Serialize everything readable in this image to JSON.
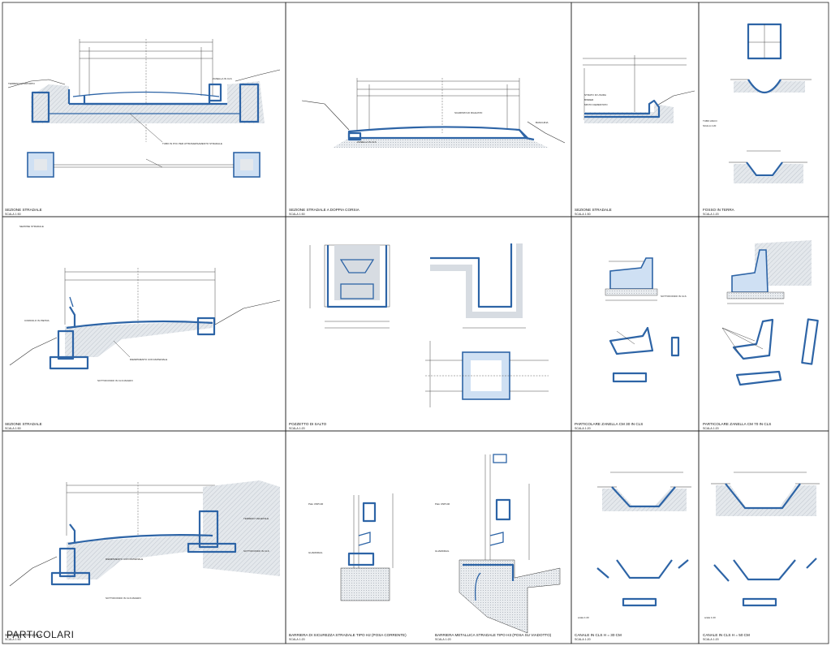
{
  "sheet_title": "PARTICOLARI",
  "panels": [
    {
      "id": "p1",
      "title": "SEZIONE STRADALE",
      "scale": "SCALA 1:50"
    },
    {
      "id": "p2",
      "title": "SEZIONE STRADALE A DOPPIA CORSIA",
      "scale": "SCALA 1:50"
    },
    {
      "id": "p3",
      "title": "SEZIONE STRADALE",
      "scale": "SCALA 1:50"
    },
    {
      "id": "p4",
      "title": "FOSSO IN TERRA",
      "scale": "SCALA 1:20"
    },
    {
      "id": "p5",
      "title": "SEZIONE STRADALE",
      "scale": "SCALA 1:50"
    },
    {
      "id": "p6",
      "title": "POZZETTO DI SALTO",
      "scale": "SCALA 1:20"
    },
    {
      "id": "p7",
      "title": "PARTICOLARE ZANELLA CM 30 IN CLS",
      "scale": "SCALA 1:20"
    },
    {
      "id": "p8",
      "title": "PARTICOLARE ZANELLA CM 70 IN CLS",
      "scale": "SCALA 1:20"
    },
    {
      "id": "p9",
      "title": "SEZIONE STRADALE",
      "scale": "SCALA 1:50"
    },
    {
      "id": "p10",
      "title": "BARRIERA DI SICUREZZA STRADALE TIPO H2 (POSA CORRENTE)",
      "scale": "SCALA 1:20"
    },
    {
      "id": "p11",
      "title": "BARRIERA METALLICA STRADALE TIPO H3 (POSA SU VIADOTTO)",
      "scale": "SCALA 1:20"
    },
    {
      "id": "p12",
      "title": "CANALE IN CLS H = 30 cm",
      "scale": "SCALA 1:20"
    },
    {
      "id": "p13",
      "title": "CANALE IN CLS H = 50 cm",
      "scale": "SCALA 1:20"
    }
  ],
  "labels": {
    "sezione_stradale_small": "SEZIONE STRADALE",
    "tubo_anco": "TUBO ANCO",
    "scala_tubo": "SCALA 1:20",
    "scala_small_12": "scala 1:20",
    "scala_small_13": "scala 1:20",
    "banchina": "BANCHINA",
    "corsia": "CORSIA",
    "zanella": "ZANELLA"
  }
}
